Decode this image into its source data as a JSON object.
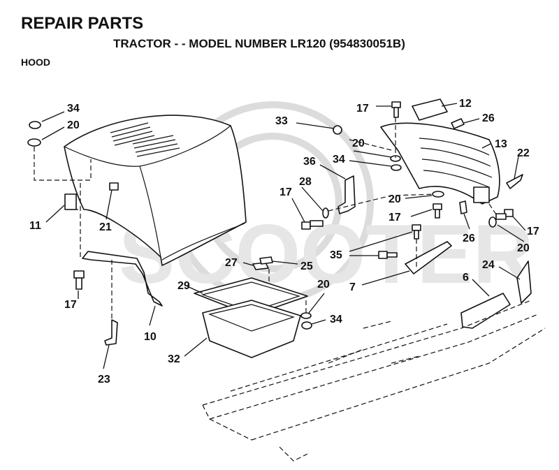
{
  "header": {
    "title": "REPAIR PARTS",
    "subtitle": "TRACTOR - - MODEL NUMBER LR120 (954830051B)",
    "section": "HOOD"
  },
  "watermark": {
    "text": "SCOOTER"
  },
  "callouts": {
    "c34a": "34",
    "c20a": "20",
    "c11": "11",
    "c21": "21",
    "c17a": "17",
    "c10": "10",
    "c23": "23",
    "c33": "33",
    "c17b": "17",
    "c12": "12",
    "c26a": "26",
    "c13": "13",
    "c20b": "20",
    "c34b": "34",
    "c36": "36",
    "c22": "22",
    "c17c": "17",
    "c28": "28",
    "c20c": "20",
    "c17d": "17",
    "c26b": "26",
    "c17e": "17",
    "c20d": "20",
    "c35": "35",
    "c27": "27",
    "c25": "25",
    "c7": "7",
    "c24": "24",
    "c6": "6",
    "c29": "29",
    "c20e": "20",
    "c34c": "34",
    "c32": "32"
  }
}
